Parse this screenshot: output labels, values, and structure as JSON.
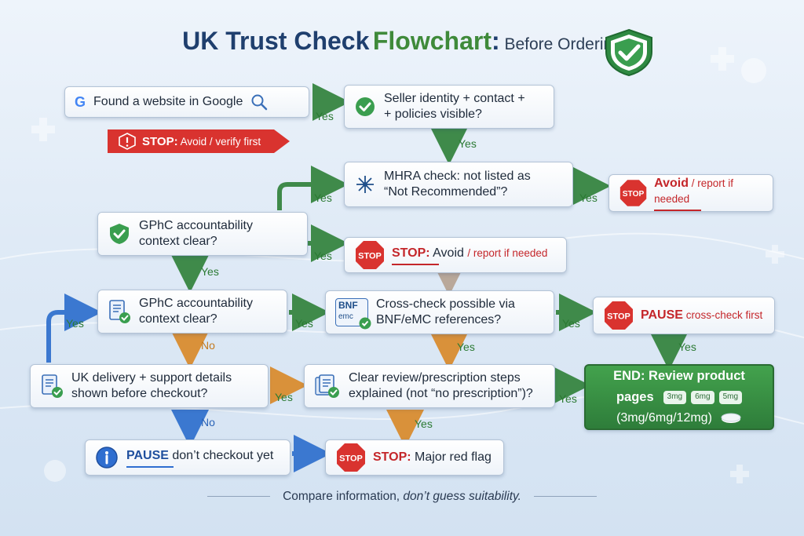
{
  "title": {
    "part1": "UK Trust Check",
    "part2": "Flowchart",
    "colon": ":",
    "part3": " Before Ordering",
    "icon": "shield-check-icon"
  },
  "nodes": {
    "google": {
      "text": "Found a website in Google",
      "icons": [
        "google-g-icon",
        "search-icon"
      ]
    },
    "stop_banner": {
      "bold": "STOP:",
      "rest": " Avoid / verify first",
      "icon": "warning-icon"
    },
    "seller": {
      "line1": "Seller identity + contact +",
      "line2": "+ policies visible?",
      "icon": "check-shield-icon"
    },
    "mhra": {
      "line1": "MHRA check: not listed as",
      "line2": "“Not Recommended”?",
      "icon": "mhra-icon"
    },
    "avoid1": {
      "bold": "Avoid",
      "rest": " / report if needed",
      "stop": "STOP"
    },
    "gphc1": {
      "line1": "GPhC accountability",
      "line2": "context clear?",
      "icon": "check-shield-icon"
    },
    "stop2": {
      "bold": "STOP:",
      "mid": " Avoid ",
      "rest": "/ report if needed",
      "stop": "STOP"
    },
    "gphc2": {
      "line1": "GPhC accountability",
      "line2": "context clear?",
      "icon": "document-check-icon"
    },
    "bnf": {
      "line1": "Cross-check possible via",
      "line2": "BNF/eMC references?",
      "badge_top": "BNF",
      "badge_bottom": "emc"
    },
    "pause1": {
      "bold": "PAUSE",
      "rest": " cross-check first",
      "stop": "STOP"
    },
    "uk_delivery": {
      "line1": "UK delivery + support details",
      "line2": "shown before checkout?",
      "icon": "document-check-icon"
    },
    "review": {
      "line1": "Clear review/prescription steps",
      "line2": "explained (not “no prescription”)?",
      "icon": "documents-check-icon"
    },
    "end": {
      "line1": "END: Review product",
      "line2": "pages",
      "doses": [
        "3mg",
        "6mg",
        "5mg"
      ],
      "line3": "(3mg/6mg/12mg)",
      "icon": "pill-icon"
    },
    "pause2": {
      "bold": "PAUSE",
      "rest": " don’t checkout yet",
      "icon": "info-icon"
    },
    "stop3": {
      "bold": "STOP:",
      "rest": " Major red flag",
      "stop": "STOP"
    }
  },
  "edge_labels": {
    "google_seller": "Yes",
    "seller_mhra": "Yes",
    "gphc1_mhra": "Yes",
    "mhra_avoid": "Yes",
    "gphc1_stop2": "Yes",
    "gphc1_gphc2": "Yes",
    "uk_gphc2": "Yes",
    "gphc2_bnf": "Yes",
    "bnf_pause": "Yes",
    "gphc2_uk": "No",
    "bnf_review": "Yes",
    "pause_end": "Yes",
    "uk_review": "Yes",
    "review_end": "Yes",
    "uk_pause": "No",
    "review_stop3": "Yes"
  },
  "footer": {
    "plain": "Compare information, ",
    "emph": "don’t guess suitability."
  },
  "colors": {
    "title_blue": "#1f3f6e",
    "title_green": "#3f8a3a",
    "stop_red": "#c4262a",
    "yes_green": "#2b7a33",
    "no_orange": "#c47a1e",
    "end_green": "#2e7d3a"
  }
}
